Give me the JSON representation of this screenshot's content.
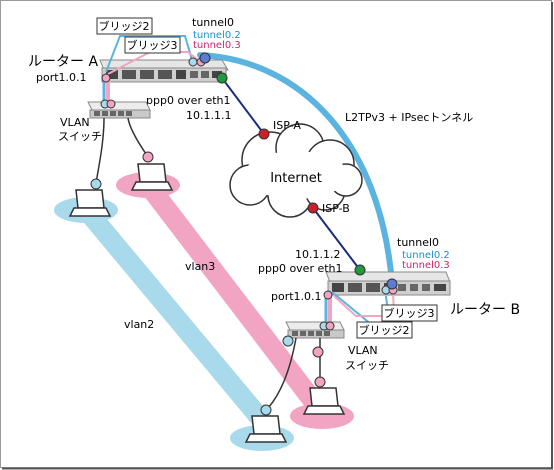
{
  "labels": {
    "router_a": "ルーター A",
    "router_b": "ルーター B",
    "port_a": "port1.0.1",
    "port_b": "port1.0.1",
    "bridge2_a": "ブリッジ2",
    "bridge3_a": "ブリッジ3",
    "bridge2_b": "ブリッジ2",
    "bridge3_b": "ブリッジ3",
    "tunnel0_a": "tunnel0",
    "tunnel02_a": "tunnel0.2",
    "tunnel03_a": "tunnel0.3",
    "tunnel0_b": "tunnel0",
    "tunnel02_b": "tunnel0.2",
    "tunnel03_b": "tunnel0.3",
    "ppp_a": "ppp0 over eth1",
    "ppp_b": "ppp0 over eth1",
    "ip_a": "10.1.1.1",
    "ip_b": "10.1.1.2",
    "isp_a": "ISP-A",
    "isp_b": "ISP-B",
    "internet": "Internet",
    "tunnel_desc": "L2TPv3 + IPsecトンネル",
    "vlan_switch_a_1": "VLAN",
    "vlan_switch_a_2": "スイッチ",
    "vlan_switch_b_1": "VLAN",
    "vlan_switch_b_2": "スイッチ",
    "vlan2": "vlan2",
    "vlan3": "vlan3"
  },
  "colors": {
    "vlan2": "#a9daeb",
    "vlan3": "#f2a5c3",
    "tunnel": "#5bb4e0",
    "tunnel02_text": "#1a8fd0",
    "tunnel03_text": "#d0206f",
    "isp_dot": "#cc1f2a",
    "eth_dot": "#1f9a3d",
    "wan_line": "#1c2c7a"
  }
}
